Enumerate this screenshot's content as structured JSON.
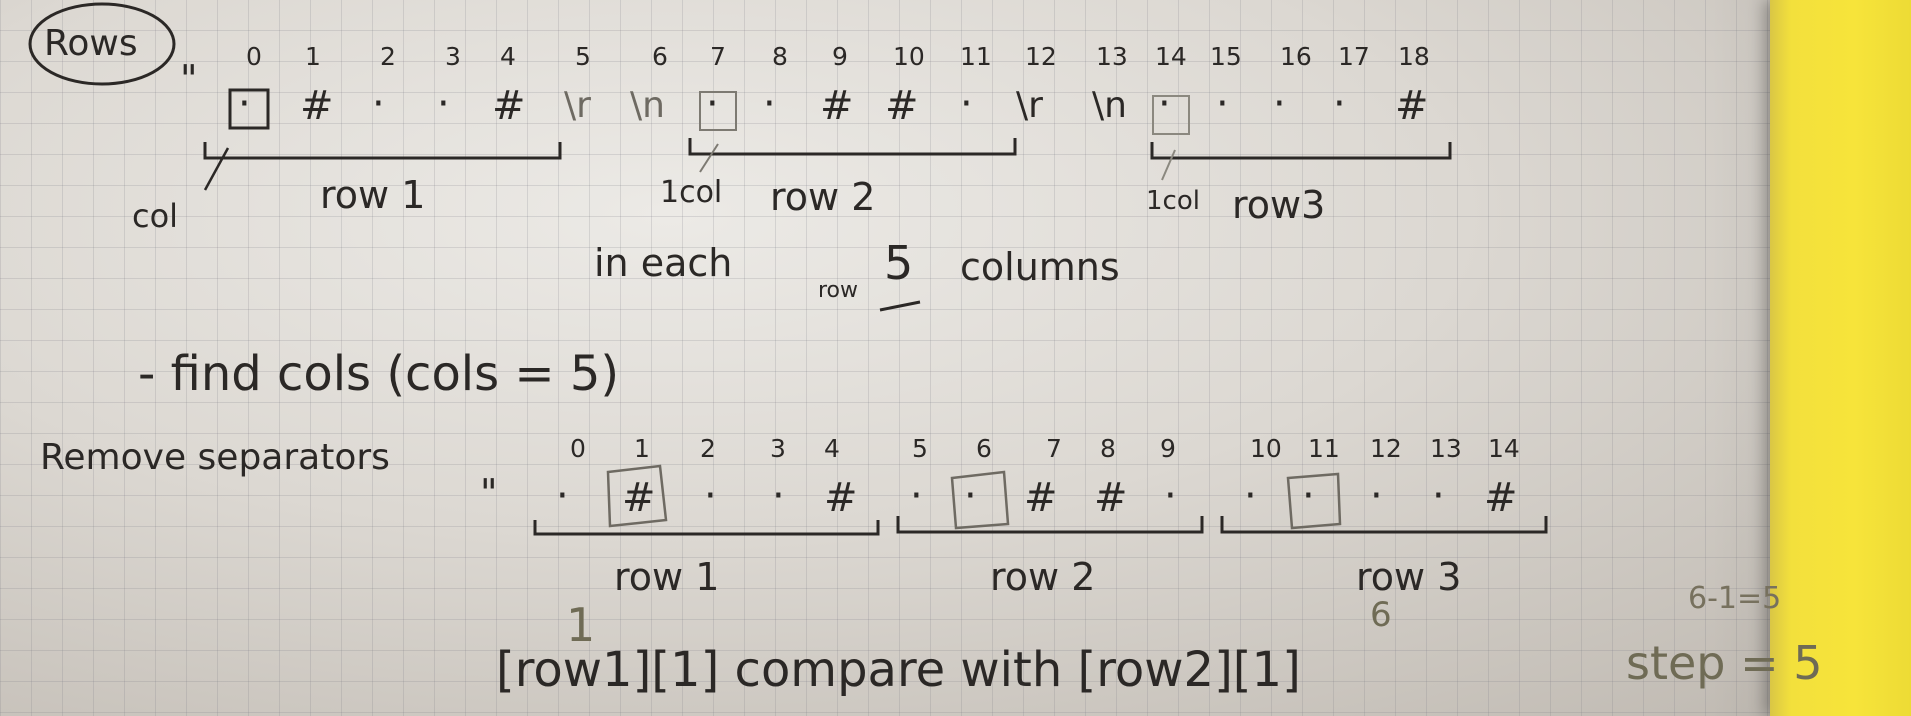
{
  "header": {
    "title": "Rows",
    "quote": "\""
  },
  "rows_section": {
    "indices": [
      "0",
      "1",
      "2",
      "3",
      "4",
      "5",
      "6",
      "7",
      "8",
      "9",
      "10",
      "11",
      "12",
      "13",
      "14",
      "15",
      "16",
      "17",
      "18"
    ],
    "symbols": [
      "·",
      "#",
      "·",
      "·",
      "#",
      "\\r",
      "\\n",
      "·",
      "·",
      "#",
      "#",
      "·",
      "\\r",
      "\\n",
      "·",
      "·",
      "·",
      "·",
      "#"
    ],
    "col_labels": [
      "col",
      "1col",
      "1col"
    ],
    "row_labels": [
      "row 1",
      "row 2",
      "row3"
    ]
  },
  "note": {
    "part1": "in each",
    "sub": "row",
    "count": "5",
    "part2": "columns"
  },
  "find_cols": "- find cols  (cols = 5)",
  "remove_section": {
    "title": "Remove separators",
    "quote": "\"",
    "indices": [
      "0",
      "1",
      "2",
      "3",
      "4",
      "5",
      "6",
      "7",
      "8",
      "9",
      "10",
      "11",
      "12",
      "13",
      "14"
    ],
    "symbols": [
      "·",
      "#",
      "·",
      "·",
      "#",
      "·",
      "·",
      "#",
      "#",
      "·",
      "·",
      "·",
      "·",
      "·",
      "#"
    ],
    "row_labels": [
      "row 1",
      "row 2",
      "row 3"
    ]
  },
  "compare": {
    "small_1": "1",
    "small_6": "6",
    "text": "[row1][1] compare with [row2][1]",
    "calc": "6-1=5",
    "step": "step = 5"
  }
}
